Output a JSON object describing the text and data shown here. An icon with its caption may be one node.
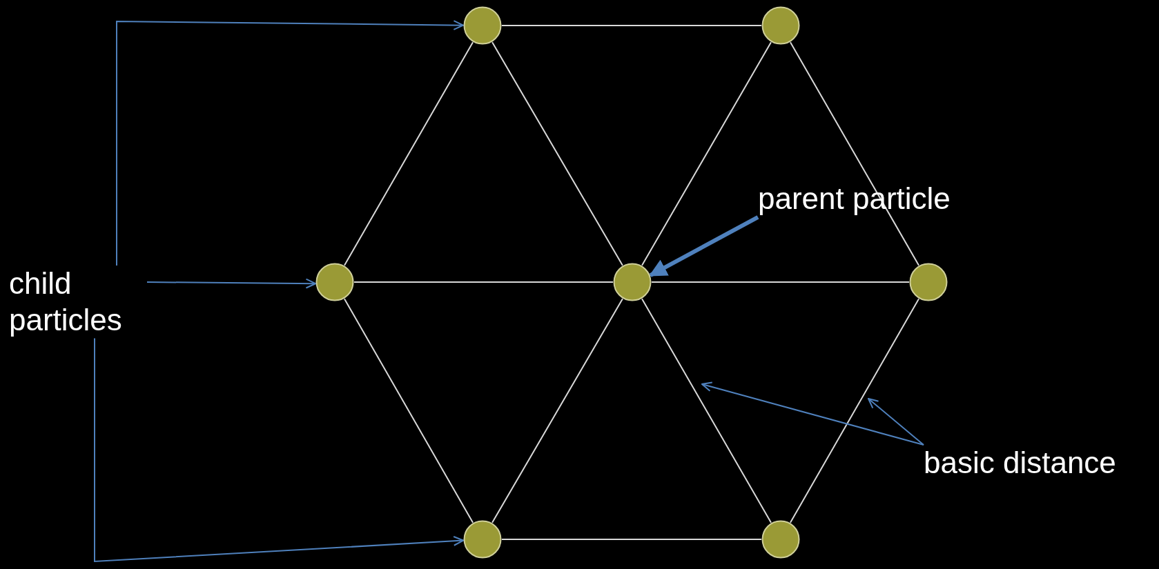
{
  "diagram": {
    "nodes": [
      {
        "text": [],
        "shape": "circle"
      },
      {
        "text": [],
        "shape": "circle"
      },
      {
        "text": [],
        "shape": "circle"
      },
      {
        "text": [],
        "shape": "circle"
      },
      {
        "text": [],
        "shape": "circle"
      },
      {
        "text": [],
        "shape": "circle"
      },
      {
        "text": [],
        "shape": "circle"
      },
      {
        "text": [
          "parent particle"
        ]
      },
      {
        "text": [
          "child particles"
        ]
      },
      {
        "text": [
          "basic distance"
        ]
      }
    ],
    "edges": [
      {
        "from": 0,
        "to": 1,
        "arrow": "none"
      },
      {
        "from": 0,
        "to": 2,
        "arrow": "none"
      },
      {
        "from": 0,
        "to": 3,
        "arrow": "none"
      },
      {
        "from": 1,
        "to": 3,
        "arrow": "none"
      },
      {
        "from": 1,
        "to": 4,
        "arrow": "none"
      },
      {
        "from": 2,
        "to": 3,
        "arrow": "none"
      },
      {
        "from": 3,
        "to": 4,
        "arrow": "none"
      },
      {
        "from": 2,
        "to": 5,
        "arrow": "none"
      },
      {
        "from": 3,
        "to": 5,
        "arrow": "none"
      },
      {
        "from": 3,
        "to": 6,
        "arrow": "none"
      },
      {
        "from": 4,
        "to": 6,
        "arrow": "none"
      },
      {
        "from": 5,
        "to": 6,
        "arrow": "none"
      },
      {
        "from": 8,
        "to": 0,
        "arrow": "to",
        "color": "#4f81bd"
      },
      {
        "from": 8,
        "to": 2,
        "arrow": "to",
        "color": "#4f81bd"
      },
      {
        "from": 8,
        "to": 5,
        "arrow": "to",
        "color": "#4f81bd"
      },
      {
        "from": 7,
        "to": 3,
        "arrow": "to",
        "color": "#4f81bd",
        "style": "thick"
      },
      {
        "from": 9,
        "to": null,
        "arrow": "to",
        "color": "#4f81bd"
      },
      {
        "from": 9,
        "to": null,
        "arrow": "to",
        "color": "#4f81bd"
      }
    ]
  }
}
